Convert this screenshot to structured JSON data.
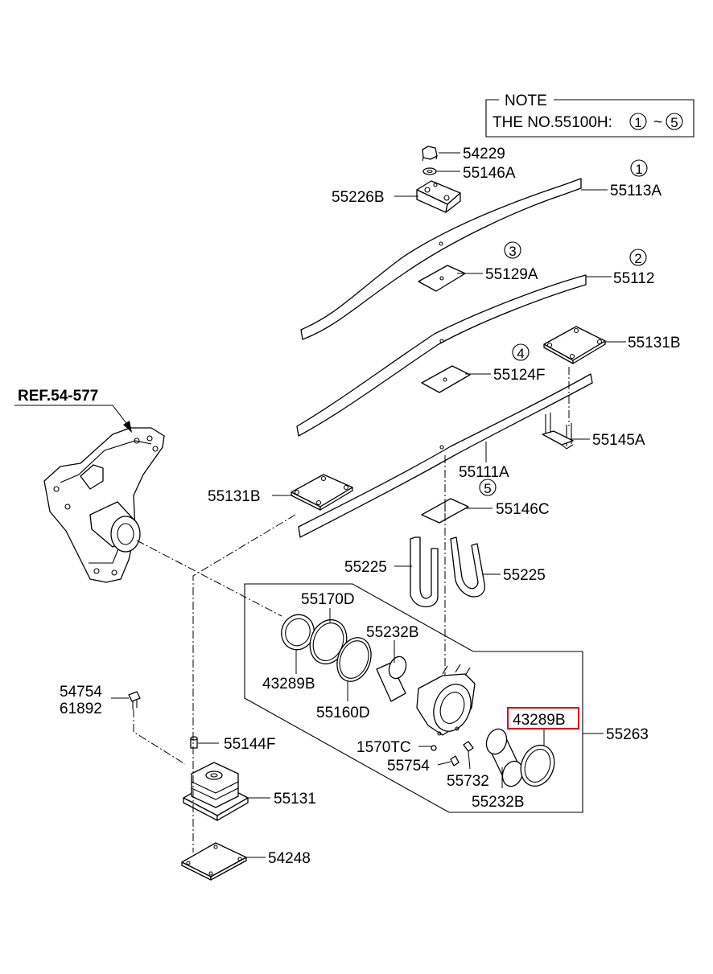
{
  "note": {
    "title": "NOTE",
    "text": "THE NO.55100H:",
    "range_start": "1",
    "range_sep": "~",
    "range_end": "5"
  },
  "reference": {
    "label": "REF.54-577"
  },
  "markers": [
    "1",
    "2",
    "3",
    "4",
    "5"
  ],
  "parts": {
    "p54229": "54229",
    "p55146A": "55146A",
    "p55226B": "55226B",
    "p55113A": "55113A",
    "p55129A": "55129A",
    "p55112": "55112",
    "p55131B_right": "55131B",
    "p55124F": "55124F",
    "p55145A": "55145A",
    "p55111A": "55111A",
    "p55131B_left": "55131B",
    "p55146C": "55146C",
    "p55225_left": "55225",
    "p55225_right": "55225",
    "p55170D": "55170D",
    "p43289B_left": "43289B",
    "p55232B_top": "55232B",
    "p55160D": "55160D",
    "p43289B_highlighted": "43289B",
    "p55263": "55263",
    "p1570TC": "1570TC",
    "p55754": "55754",
    "p55732": "55732",
    "p55232B_bottom": "55232B",
    "p54754": "54754",
    "p61892": "61892",
    "p55144F": "55144F",
    "p55131": "55131",
    "p54248": "54248"
  },
  "highlight_color": "#e00000"
}
